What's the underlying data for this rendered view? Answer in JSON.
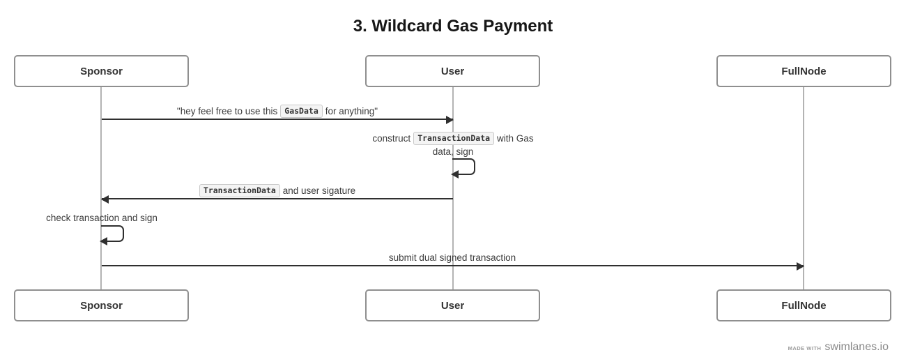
{
  "title": "3. Wildcard Gas Payment",
  "actors": [
    {
      "id": "sponsor",
      "label": "Sponsor"
    },
    {
      "id": "user",
      "label": "User"
    },
    {
      "id": "fullnode",
      "label": "FullNode"
    }
  ],
  "messages": {
    "m1": {
      "from": "Sponsor",
      "to": "User",
      "pre": "\"hey feel free to use this",
      "code": "GasData",
      "post": "for anything\""
    },
    "m2": {
      "actor": "User",
      "type": "self",
      "pre": "construct",
      "code": "TransactionData",
      "post": "with Gas",
      "line2": "data, sign"
    },
    "m3": {
      "from": "User",
      "to": "Sponsor",
      "code": "TransactionData",
      "post": "and user sigature"
    },
    "m4": {
      "actor": "Sponsor",
      "type": "self",
      "text": "check transaction and sign"
    },
    "m5": {
      "from": "Sponsor",
      "to": "FullNode",
      "text": "submit dual signed transaction"
    }
  },
  "footer": {
    "made_with": "MADE WITH",
    "brand": "swimlanes.io"
  },
  "colors": {
    "arrow": "#2f2f2f",
    "lifeline": "#b3b3b3",
    "box_border": "#8f8f8f",
    "text": "#3b3b3b",
    "title": "#161616",
    "chip_bg": "#f4f4f4",
    "chip_border": "#c9c9c9",
    "watermark": "#8a8a8a"
  }
}
